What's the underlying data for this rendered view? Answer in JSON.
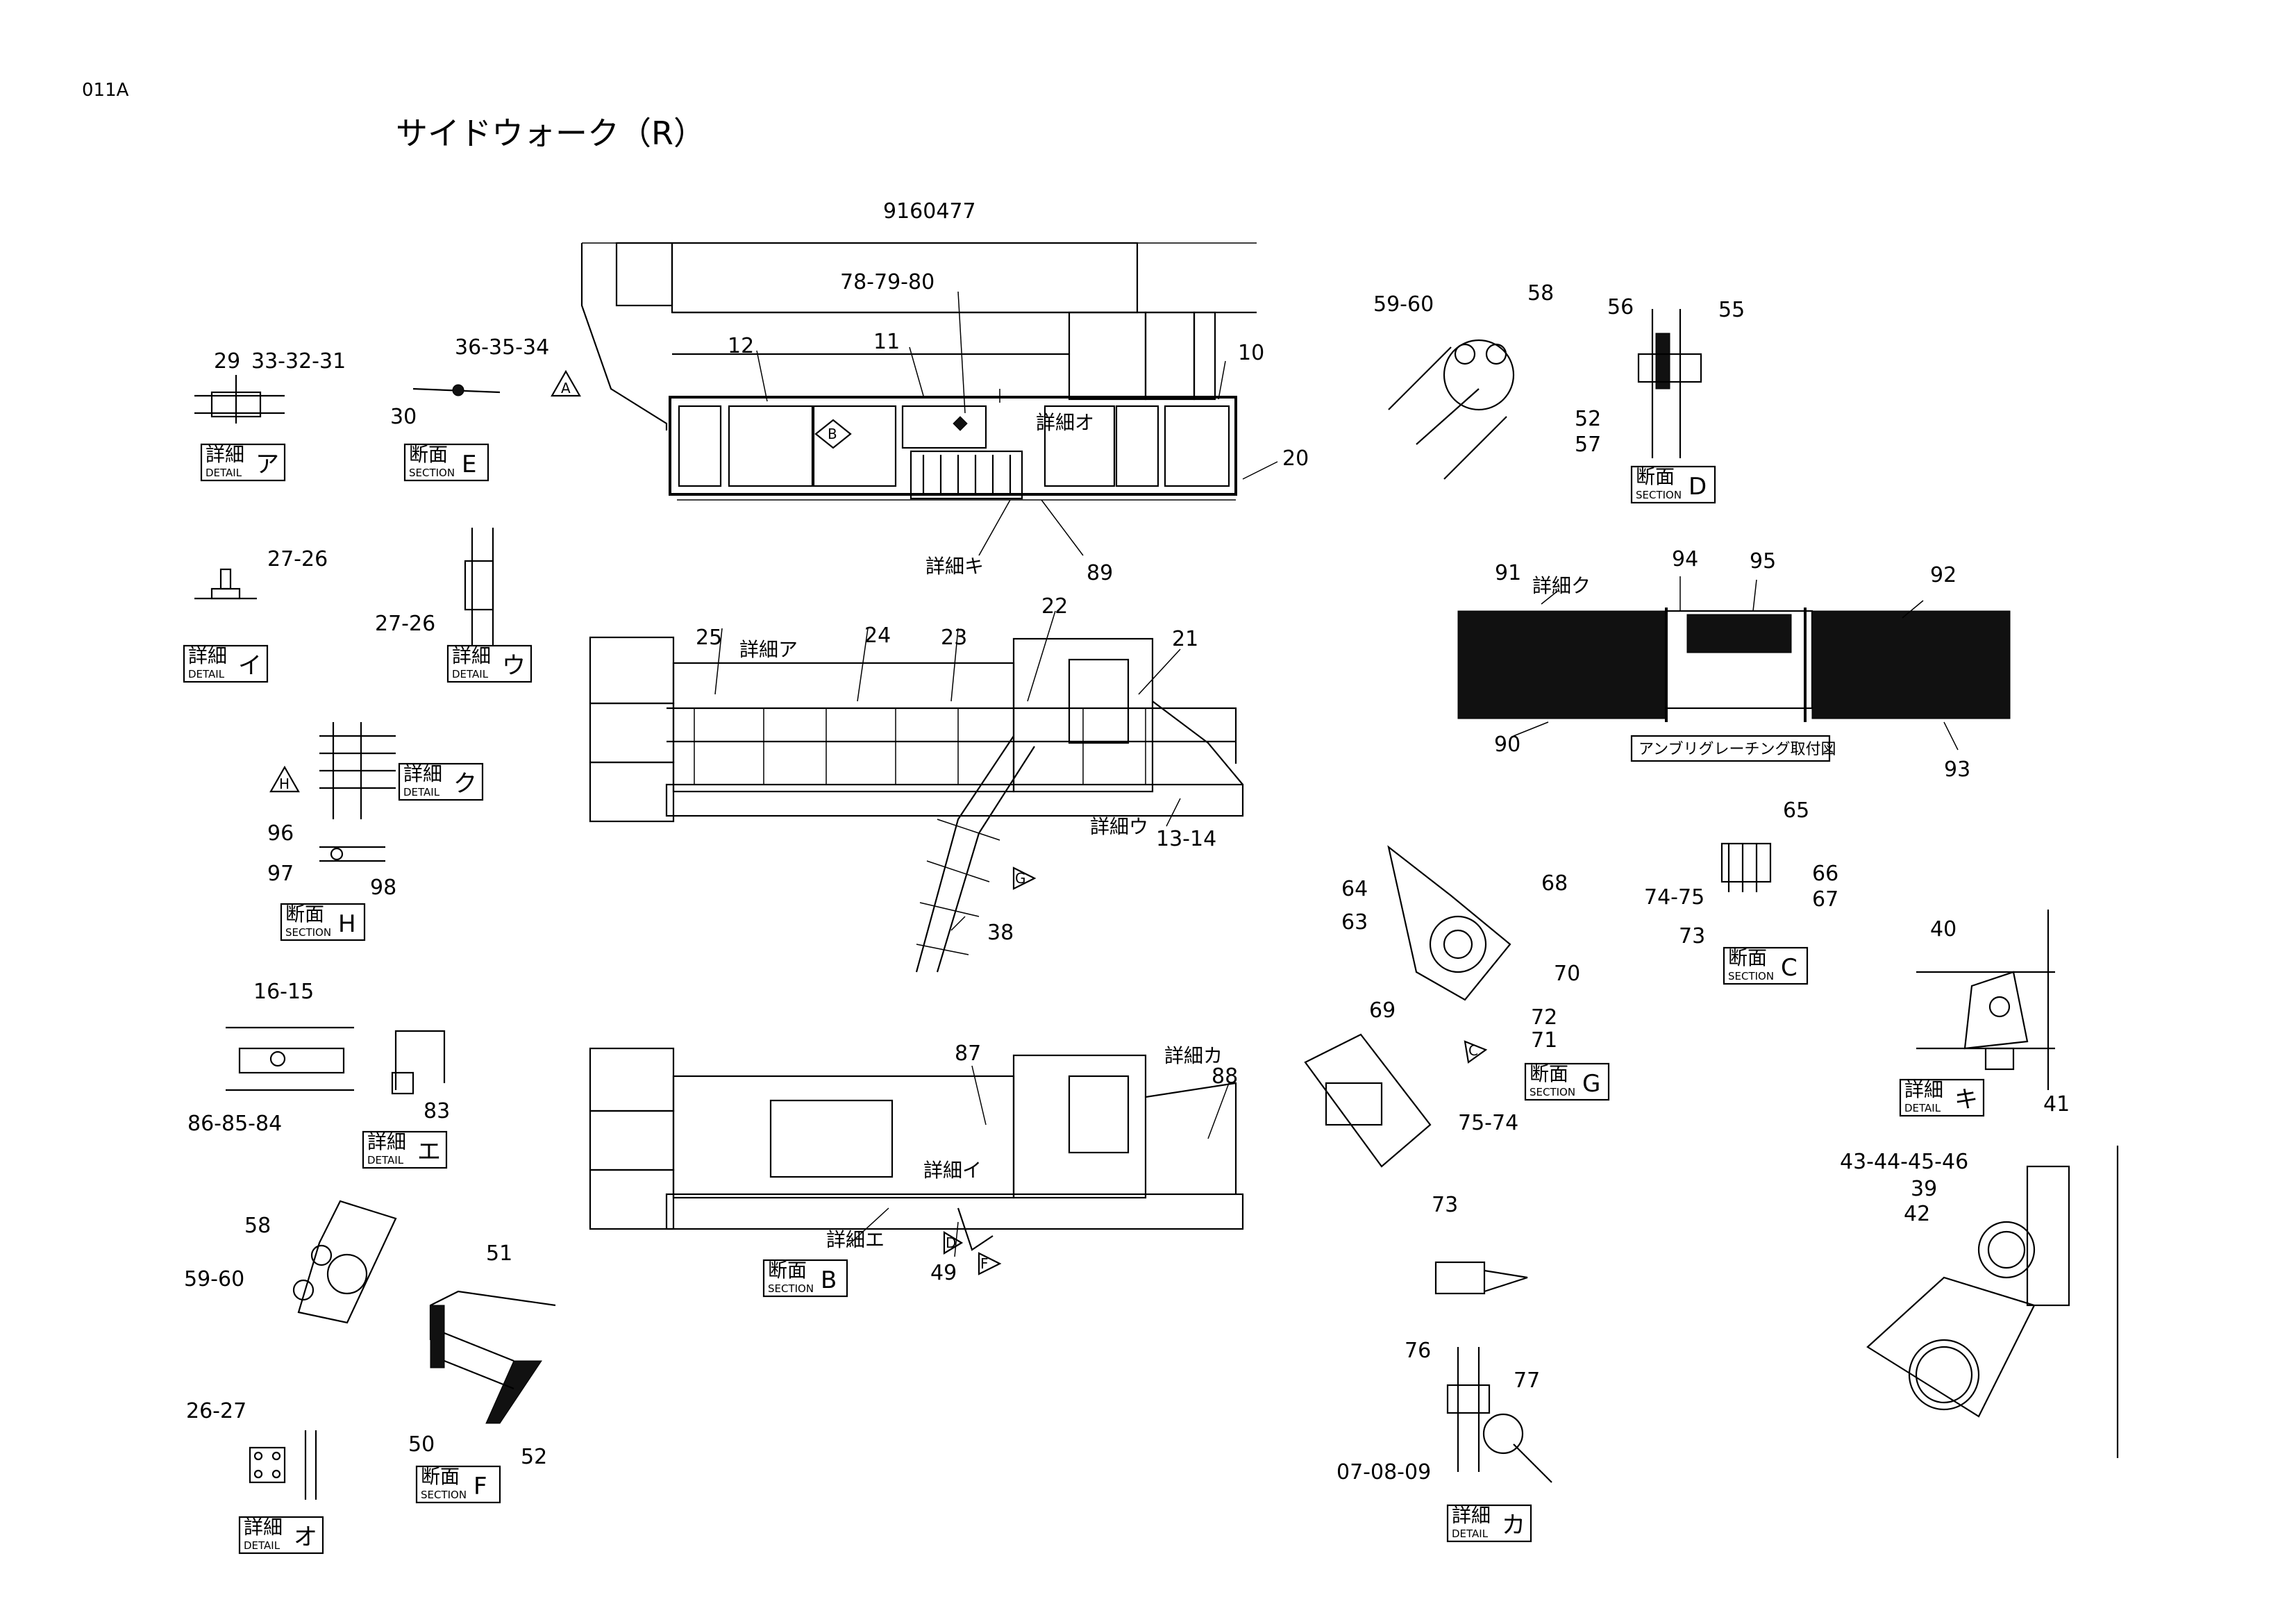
{
  "page_code": "011A",
  "title": "サイドウォーク（R）",
  "part_number": "9160477",
  "part_labels": [
    "78-79-80",
    "12",
    "11",
    "10",
    "20",
    "89",
    "29",
    "33-32-31",
    "36-35-34",
    "30",
    "27-26",
    "27-26",
    "25",
    "24",
    "23",
    "22",
    "21",
    "13-14",
    "38",
    "96",
    "97",
    "98",
    "16-15",
    "86-85-84",
    "83",
    "87",
    "88",
    "49",
    "58",
    "59-60",
    "51",
    "50",
    "52",
    "26-27",
    "59-60",
    "58",
    "56",
    "55",
    "52",
    "57",
    "91",
    "94",
    "95",
    "92",
    "90",
    "93",
    "65",
    "66",
    "67",
    "74-75",
    "73",
    "64",
    "68",
    "63",
    "70",
    "69",
    "72",
    "71",
    "75-74",
    "73",
    "40",
    "41",
    "43-44-45-46",
    "39",
    "42",
    "76",
    "77",
    "07-08-09"
  ],
  "detail_tags": [
    {
      "jp": "詳細",
      "en": "DETAIL",
      "letter": "ア"
    },
    {
      "jp": "断面",
      "en": "SECTION",
      "letter": "E"
    },
    {
      "jp": "詳細",
      "en": "DETAIL",
      "letter": "イ"
    },
    {
      "jp": "詳細",
      "en": "DETAIL",
      "letter": "ウ"
    },
    {
      "jp": "詳細",
      "en": "DETAIL",
      "letter": "ク"
    },
    {
      "jp": "断面",
      "en": "SECTION",
      "letter": "H"
    },
    {
      "jp": "詳細",
      "en": "DETAIL",
      "letter": "エ"
    },
    {
      "jp": "断面",
      "en": "SECTION",
      "letter": "B"
    },
    {
      "jp": "断面",
      "en": "SECTION",
      "letter": "F"
    },
    {
      "jp": "詳細",
      "en": "DETAIL",
      "letter": "オ"
    },
    {
      "jp": "断面",
      "en": "SECTION",
      "letter": "D"
    },
    {
      "jp": "断面",
      "en": "SECTION",
      "letter": "C"
    },
    {
      "jp": "断面",
      "en": "SECTION",
      "letter": "G"
    },
    {
      "jp": "詳細",
      "en": "DETAIL",
      "letter": "キ"
    },
    {
      "jp": "詳細",
      "en": "DETAIL",
      "letter": "カ"
    }
  ],
  "callouts": [
    "詳細オ",
    "詳細キ",
    "詳細ア",
    "詳細ウ",
    "詳細カ",
    "詳細イ",
    "詳細エ",
    "詳細ク"
  ],
  "view_markers": [
    "A",
    "B",
    "G",
    "D",
    "F",
    "H",
    "C"
  ],
  "grating_caption": "アンブリグレーチング取付図"
}
